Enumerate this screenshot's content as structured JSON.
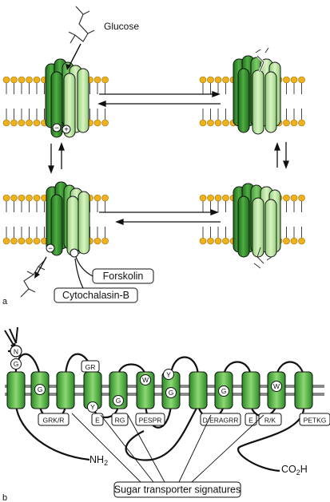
{
  "panel_a": {
    "panel_label": "a",
    "ligand_label": "Glucose",
    "inhibitor_1": "Forskolin",
    "inhibitor_2": "Cytochalasin-B",
    "charge_minus": "−",
    "charge_plus": "+"
  },
  "panel_b": {
    "panel_label": "b",
    "glyco_site": "N",
    "n_terminus": "NH",
    "n_terminus_sub": "2",
    "c_terminus": "CO",
    "c_terminus_sub": "2",
    "c_terminus_end": "H",
    "helix_residues": [
      "G",
      "G",
      "Y",
      "G",
      "W",
      "G",
      "G",
      "W"
    ],
    "loop_residues": [
      "GR",
      "Y"
    ],
    "motifs": [
      "GRK/R",
      "E",
      "RG",
      "PESPR",
      "D/ERAGRR",
      "E",
      "R/K",
      "PETKG"
    ],
    "signature_label": "Sugar transporter signatures"
  },
  "colors": {
    "helix_dark": "#2e8f2a",
    "helix_mid": "#5cb84d",
    "helix_light": "#b8e39a",
    "lipid_head": "#f0b21c"
  }
}
